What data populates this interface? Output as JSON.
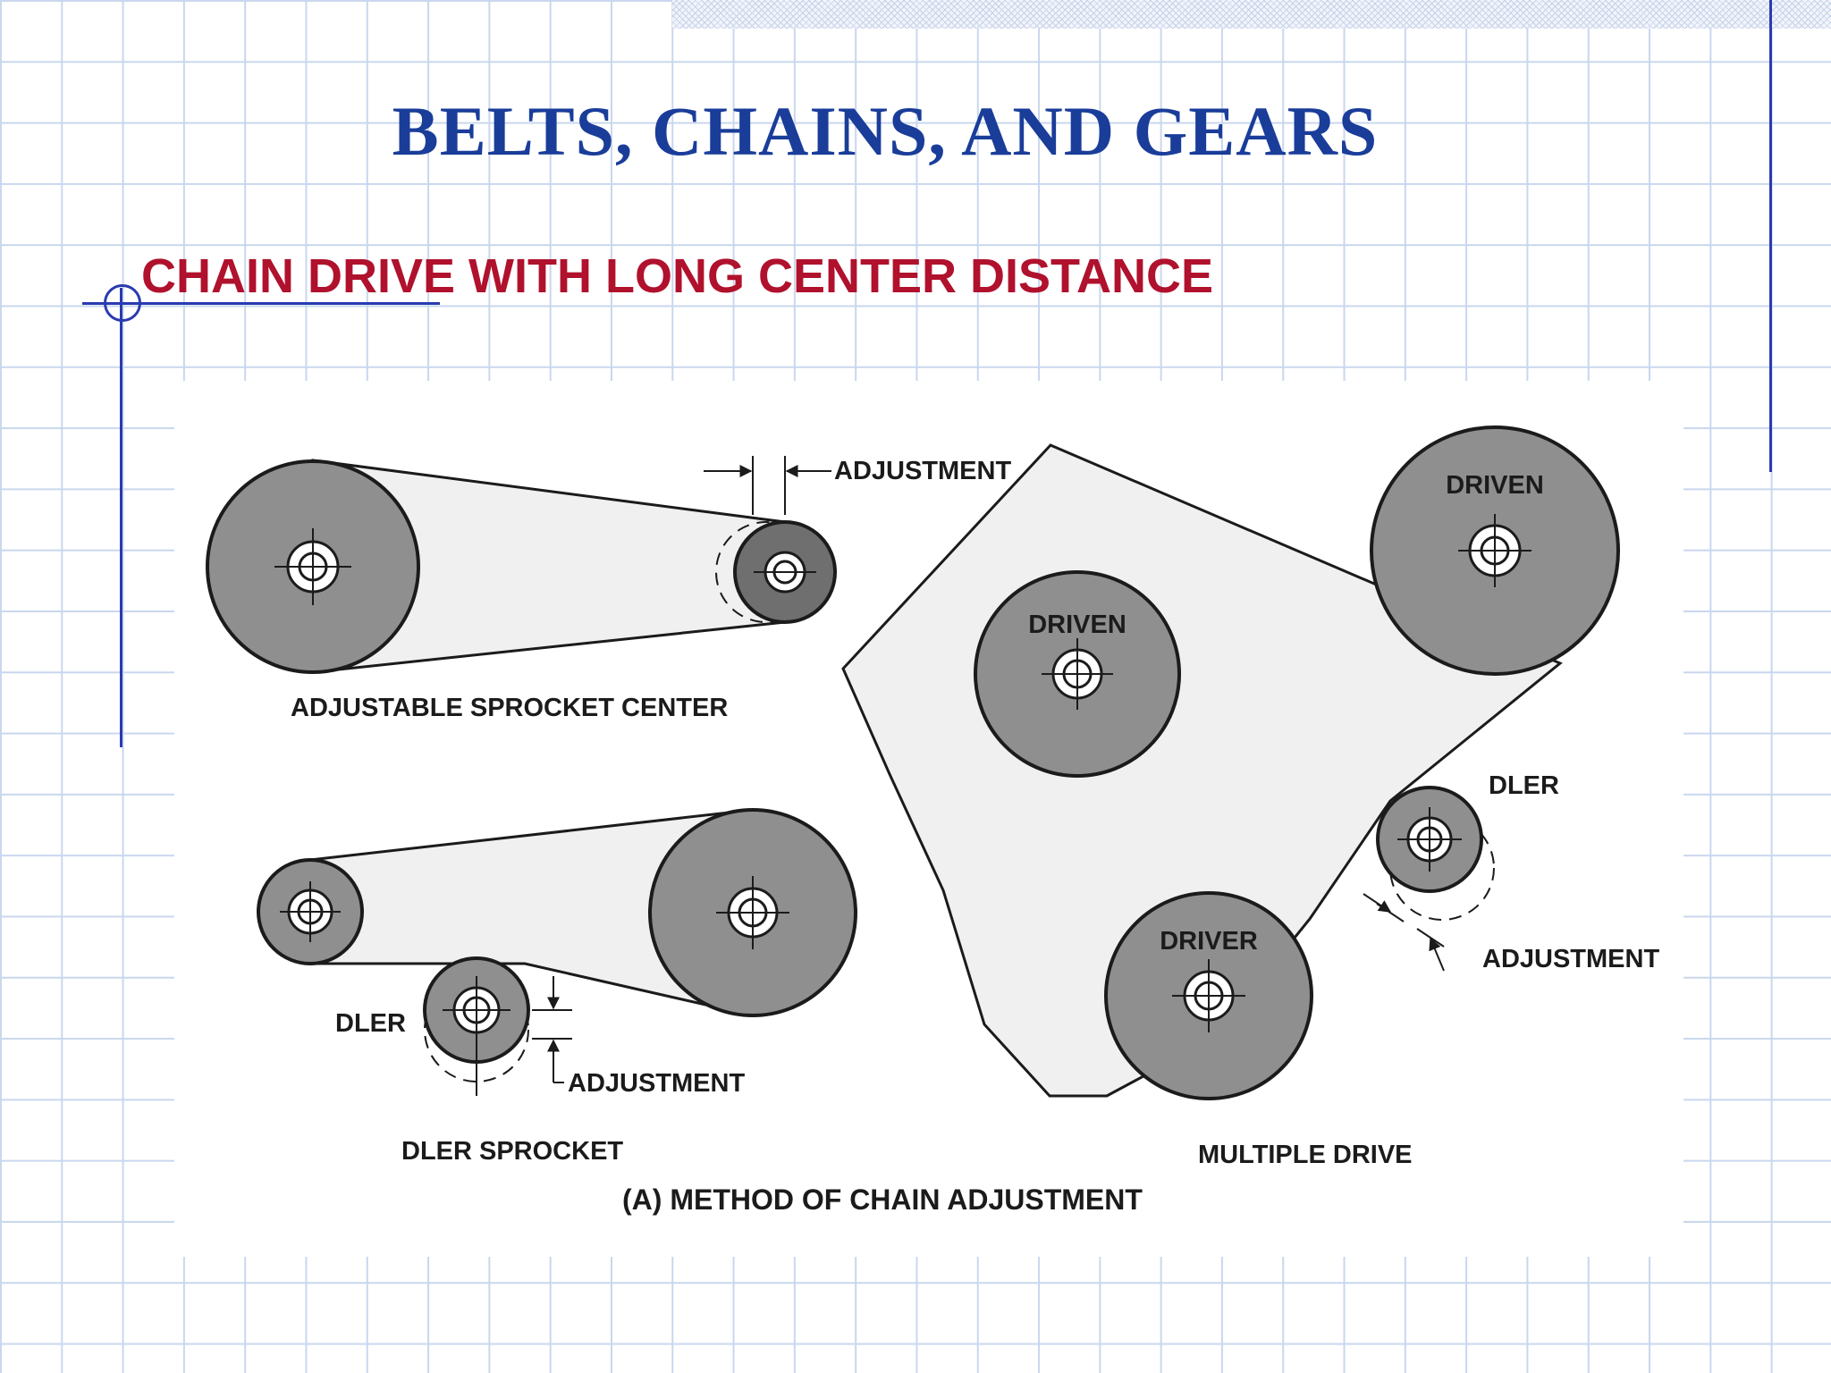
{
  "slide": {
    "title": "BELTS, CHAINS, AND GEARS",
    "subtitle": "CHAIN DRIVE WITH LONG CENTER DISTANCE"
  },
  "diagram": {
    "caption": "(A) METHOD OF CHAIN ADJUSTMENT",
    "panel_adjustable": {
      "adjustment_label": "ADJUSTMENT",
      "caption": "ADJUSTABLE SPROCKET CENTER"
    },
    "panel_idler": {
      "idler_label": "DLER",
      "adjustment_label": "ADJUSTMENT",
      "caption": "DLER SPROCKET"
    },
    "panel_multiple": {
      "driven_top_label": "DRIVEN",
      "driven_left_label": "DRIVEN",
      "driver_label": "DRIVER",
      "idler_label": "DLER",
      "adjustment_label": "ADJUSTMENT",
      "caption": "MULTIPLE DRIVE"
    }
  },
  "colors": {
    "title": "#1a3d9a",
    "subtitle": "#b0112d",
    "grid": "#c9d7ee",
    "sprocket_fill": "#8f8f8f",
    "chain_fill": "#f0f0f0"
  }
}
